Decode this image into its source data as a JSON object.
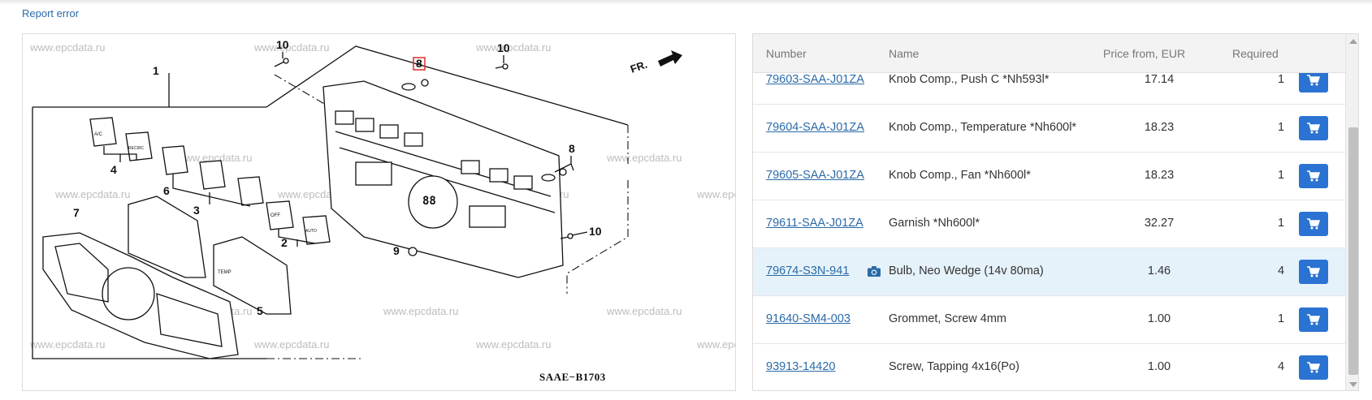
{
  "header": {
    "report_error": "Report error"
  },
  "diagram": {
    "watermark": "www.epcdata.ru",
    "diagram_code": "SAAE−B1703",
    "direction_label": "FR.",
    "callouts": [
      "1",
      "2",
      "3",
      "4",
      "5",
      "6",
      "7",
      "8",
      "8",
      "9",
      "10",
      "10",
      "10"
    ],
    "button_labels": {
      "ac": "A/C",
      "recirc": "RECIRC",
      "off": "OFF",
      "auto": "AUTO",
      "temp": "TEMP"
    }
  },
  "table": {
    "headers": {
      "number": "Number",
      "name": "Name",
      "price": "Price from, EUR",
      "required": "Required"
    },
    "rows": [
      {
        "number": "79603-SAA-J01ZA",
        "name": "Knob Comp., Push C *Nh593l*",
        "price": "17.14",
        "required": "1",
        "has_photo": false,
        "highlight": false
      },
      {
        "number": "79604-SAA-J01ZA",
        "name": "Knob Comp., Temperature *Nh600l*",
        "price": "18.23",
        "required": "1",
        "has_photo": false,
        "highlight": false
      },
      {
        "number": "79605-SAA-J01ZA",
        "name": "Knob Comp., Fan *Nh600l*",
        "price": "18.23",
        "required": "1",
        "has_photo": false,
        "highlight": false
      },
      {
        "number": "79611-SAA-J01ZA",
        "name": "Garnish *Nh600l*",
        "price": "32.27",
        "required": "1",
        "has_photo": false,
        "highlight": false
      },
      {
        "number": "79674-S3N-941",
        "name": "Bulb, Neo Wedge (14v 80ma)",
        "price": "1.46",
        "required": "4",
        "has_photo": true,
        "highlight": true
      },
      {
        "number": "91640-SM4-003",
        "name": "Grommet, Screw 4mm",
        "price": "1.00",
        "required": "1",
        "has_photo": false,
        "highlight": false
      },
      {
        "number": "93913-14420",
        "name": "Screw, Tapping 4x16(Po)",
        "price": "1.00",
        "required": "4",
        "has_photo": false,
        "highlight": false
      }
    ]
  },
  "icons": {
    "cart": "cart-icon",
    "camera": "camera-icon"
  },
  "colors": {
    "link": "#2a6aa8",
    "button": "#2b73d2",
    "highlight_row": "#e6f2fa",
    "header_bg": "#f3f3f3"
  }
}
